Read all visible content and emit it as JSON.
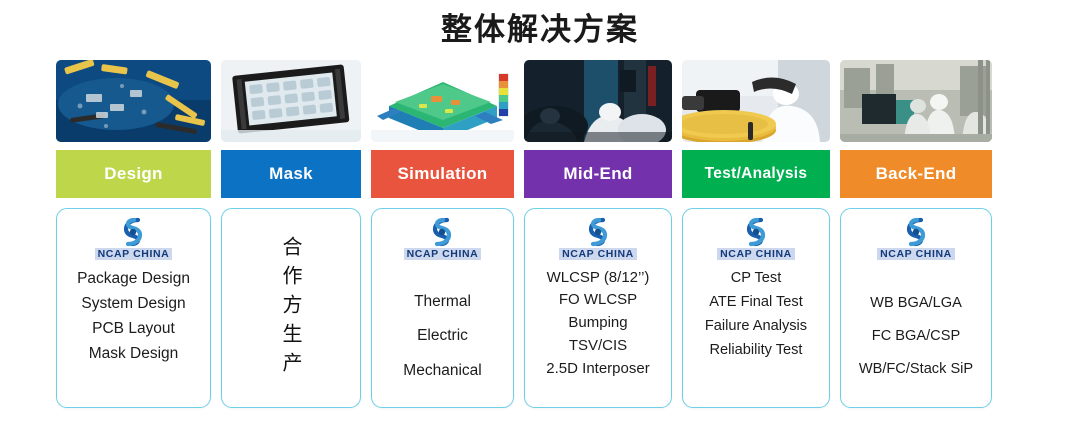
{
  "header": {
    "title": "整体解决方案"
  },
  "logo": {
    "text": "NCAP CHINA",
    "mark": "spiral-logo-icon"
  },
  "colors": {
    "design": "#bdd64a",
    "mask": "#0b72c4",
    "simulation": "#e8543e",
    "mid_end": "#7331ac",
    "test_analysis": "#00b050",
    "back_end": "#ef8b28",
    "card_border": "#6ecfe8",
    "logo_text": "#123a7a"
  },
  "columns": [
    {
      "id": "design",
      "bar_label": "Design",
      "bar_color": "#bdd64a",
      "photo": "pcb-gold-connectors-photo",
      "has_logo": true,
      "items": [
        "Package Design",
        "System Design",
        "PCB Layout",
        "Mask Design"
      ]
    },
    {
      "id": "mask",
      "bar_label": "Mask",
      "bar_color": "#0b72c4",
      "photo": "photomask-frame-photo",
      "has_logo": false,
      "vertical_text": "合作方生产",
      "items": []
    },
    {
      "id": "simulation",
      "bar_label": "Simulation",
      "bar_color": "#e8543e",
      "photo": "thermal-fea-simulation-photo",
      "has_logo": true,
      "items": [
        "Thermal",
        "Electric",
        "Mechanical"
      ]
    },
    {
      "id": "mid-end",
      "bar_label": "Mid-End",
      "bar_color": "#7331ac",
      "photo": "cleanroom-operators-photo",
      "has_logo": true,
      "items": [
        "WLCSP (8/12’’)",
        "FO WLCSP",
        "Bumping",
        "TSV/CIS",
        "2.5D Interposer"
      ]
    },
    {
      "id": "test-analysis",
      "bar_label": "Test/Analysis",
      "bar_color": "#00b050",
      "photo": "wafer-handling-photo",
      "has_logo": true,
      "items": [
        "CP Test",
        "ATE Final Test",
        "Failure Analysis",
        "Reliability Test"
      ]
    },
    {
      "id": "back-end",
      "bar_label": "Back-End",
      "bar_color": "#ef8b28",
      "photo": "fab-floor-photo",
      "has_logo": true,
      "items": [
        "WB BGA/LGA",
        "FC BGA/CSP",
        "WB/FC/Stack SiP"
      ]
    }
  ]
}
